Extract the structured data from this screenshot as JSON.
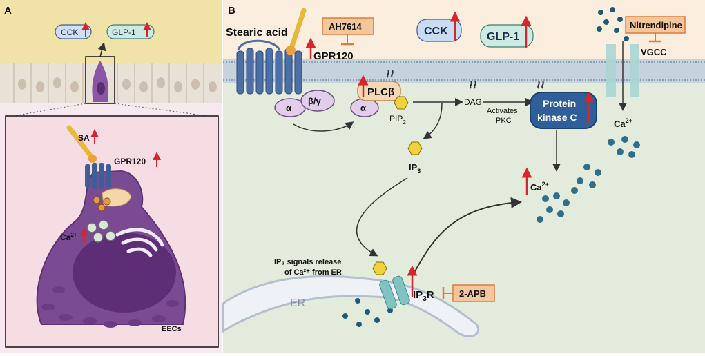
{
  "panel_a": {
    "letter": "A",
    "hormone_1": "CCK",
    "hormone_2": "GLP-1",
    "ligand": "SA",
    "receptor": "GPR120",
    "calcium": "Ca",
    "calcium_sup": "2+",
    "cell_label": "EECs"
  },
  "panel_b": {
    "letter": "B",
    "ligand": "Stearic acid",
    "receptor": "GPR120",
    "antagonist": "AH7614",
    "hormone_1": "CCK",
    "hormone_2": "GLP-1",
    "blocker_vgcc": "Nitrendipine",
    "channel": "VGCC",
    "calcium_ext": "Ca",
    "calcium_ext_sup": "2+",
    "g_alpha": "α",
    "g_beta_gamma": "β/γ",
    "g_alpha_2": "α",
    "plc": "PLCβ",
    "pip2": "PIP",
    "pip2_sub": "2",
    "dag": "DAG",
    "activates_line1": "Activates",
    "activates_line2": "PKC",
    "pkc_line1": "Protein",
    "pkc_line2": "kinase C",
    "ip3": "IP",
    "ip3_sub": "3",
    "calcium_cyto": "Ca",
    "calcium_cyto_sup": "2+",
    "ip3_release_line1": "IP₃ signals release",
    "ip3_release_line2": "of Ca²⁺ from ER",
    "er": "ER",
    "ip3r": "IP",
    "ip3r_sub": "3",
    "ip3r_suffix": "R",
    "blocker_ip3r": "2-APB"
  },
  "colors": {
    "lumen": "#f3e4a6",
    "cytosol": "#e4ecde",
    "membrane": "#b7c8d8",
    "receptor": "#4b6fa6",
    "up_arrow": "#d7262b",
    "inhibitor_box": "#f3c79b",
    "inhibitor_border": "#e07b3a",
    "pkc": "#2e5f9a",
    "calcium": "#1f5b78",
    "cell": "#7a4a93"
  }
}
